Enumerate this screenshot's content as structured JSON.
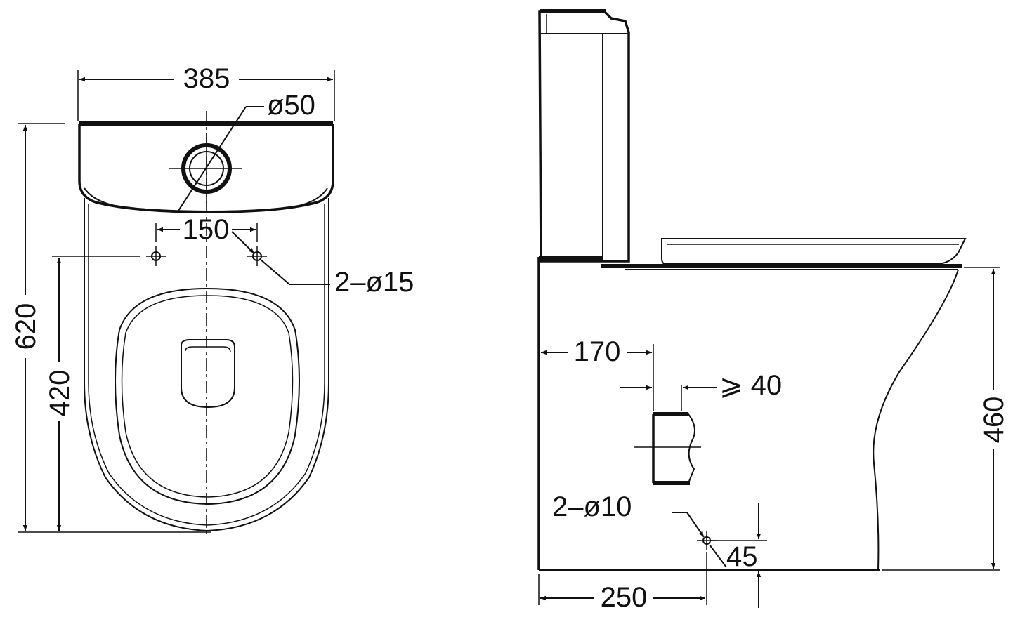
{
  "views": {
    "top": {
      "dimensions": {
        "width_overall": "385",
        "outlet_diameter": "ø50",
        "hole_spacing": "150",
        "holes": "2–ø15",
        "depth_overall": "620",
        "hole_to_back": "420"
      }
    },
    "side": {
      "dimensions": {
        "inlet_offset": "170",
        "inlet_clearance": "⩾ 40",
        "seat_height": "460",
        "fixing_holes": "2–ø10",
        "fixing_hole_height": "45",
        "outlet_distance": "250"
      }
    }
  }
}
